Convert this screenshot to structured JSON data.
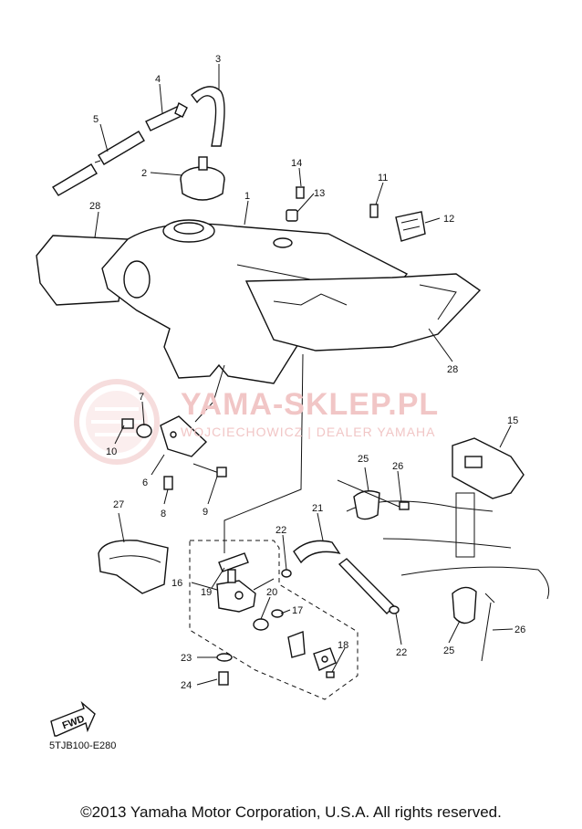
{
  "watermark": {
    "text": "YAMA-SKLEP.PL",
    "subtext": "WOJCIECHOWICZ | DEALER YAMAHA",
    "color": "#e8a0a0"
  },
  "callouts": [
    "1",
    "2",
    "3",
    "4",
    "5",
    "6",
    "7",
    "8",
    "9",
    "10",
    "11",
    "12",
    "13",
    "14",
    "15",
    "16",
    "17",
    "18",
    "19",
    "20",
    "21",
    "22",
    "22",
    "23",
    "24",
    "25",
    "25",
    "26",
    "26",
    "27",
    "28",
    "28"
  ],
  "fwd_badge": "FWD",
  "diagram_code": "5TJB100-E280",
  "copyright": "©2013 Yamaha Motor Corporation, U.S.A. All rights reserved."
}
